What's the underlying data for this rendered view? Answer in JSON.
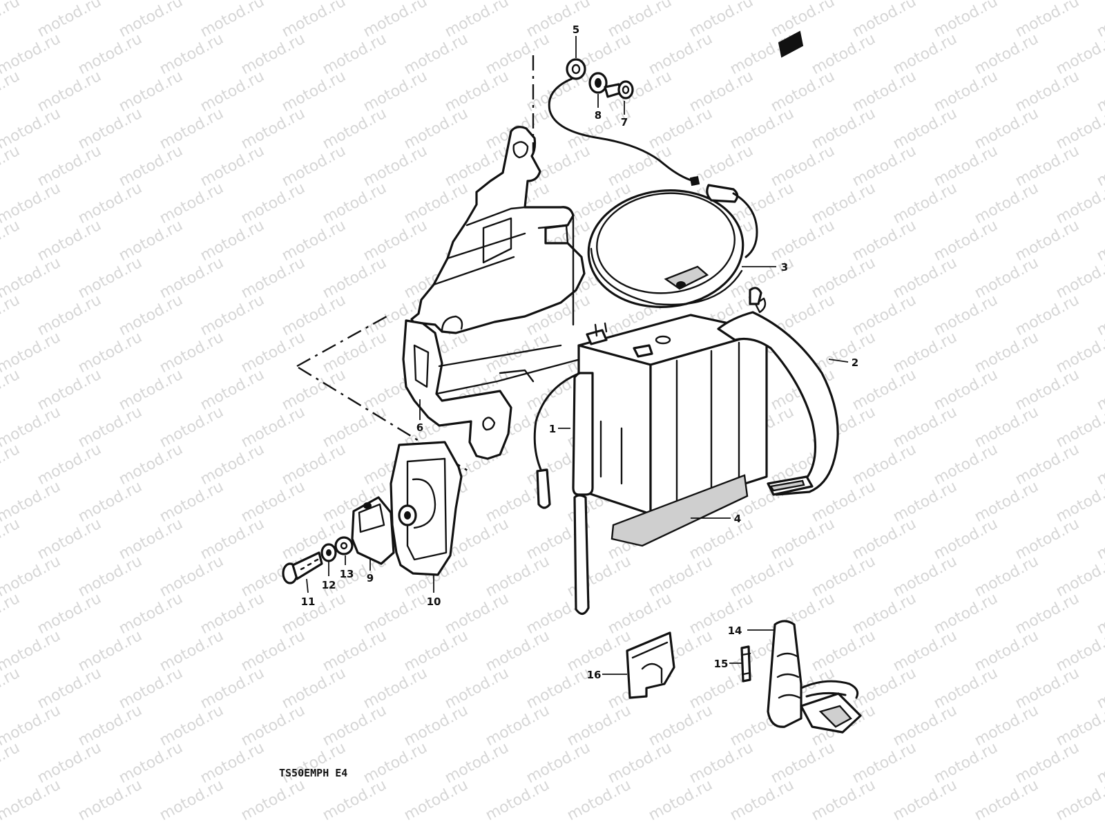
{
  "watermark": {
    "text": "motod.ru",
    "color": "#d6d6d6"
  },
  "diagram_code": "TS50EMPH E4",
  "callouts": [
    {
      "id": "c1",
      "label": "1"
    },
    {
      "id": "c2",
      "label": "2"
    },
    {
      "id": "c3",
      "label": "3"
    },
    {
      "id": "c4",
      "label": "4"
    },
    {
      "id": "c5",
      "label": "5"
    },
    {
      "id": "c6",
      "label": "6"
    },
    {
      "id": "c7",
      "label": "7"
    },
    {
      "id": "c8",
      "label": "8"
    },
    {
      "id": "c9",
      "label": "9"
    },
    {
      "id": "c10",
      "label": "10"
    },
    {
      "id": "c11",
      "label": "11"
    },
    {
      "id": "c12",
      "label": "12"
    },
    {
      "id": "c13",
      "label": "13"
    },
    {
      "id": "c14",
      "label": "14"
    },
    {
      "id": "c15",
      "label": "15"
    },
    {
      "id": "c16",
      "label": "16"
    }
  ]
}
